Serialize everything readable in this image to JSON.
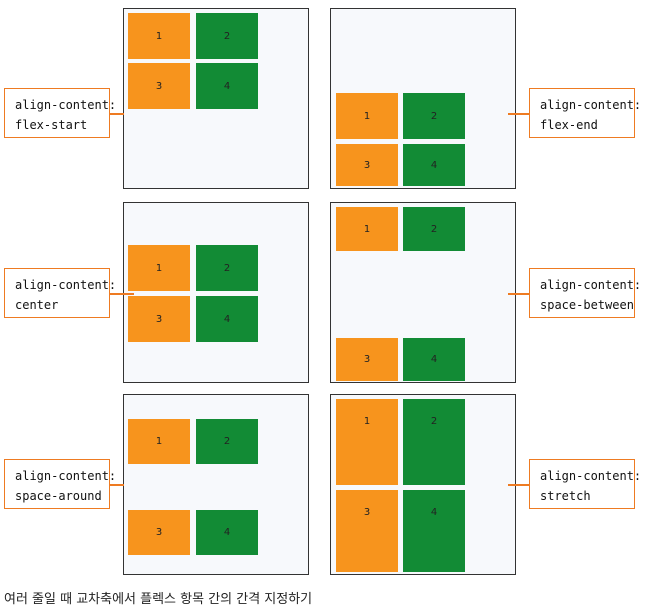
{
  "examples": [
    {
      "line1": "align-content:",
      "line2": "flex-start"
    },
    {
      "line1": "align-content:",
      "line2": "flex-end"
    },
    {
      "line1": "align-content:",
      "line2": "center"
    },
    {
      "line1": "align-content:",
      "line2": "space-between"
    },
    {
      "line1": "align-content:",
      "line2": "space-around"
    },
    {
      "line1": "align-content:",
      "line2": "stretch"
    }
  ],
  "items": [
    "1",
    "2",
    "3",
    "4"
  ],
  "colors": {
    "odd": "#f7941d",
    "even": "#128b35",
    "accent": "#ee7b22"
  },
  "caption": "여러 줄일 때 교차축에서 플렉스 항목 간의 간격 지정하기"
}
